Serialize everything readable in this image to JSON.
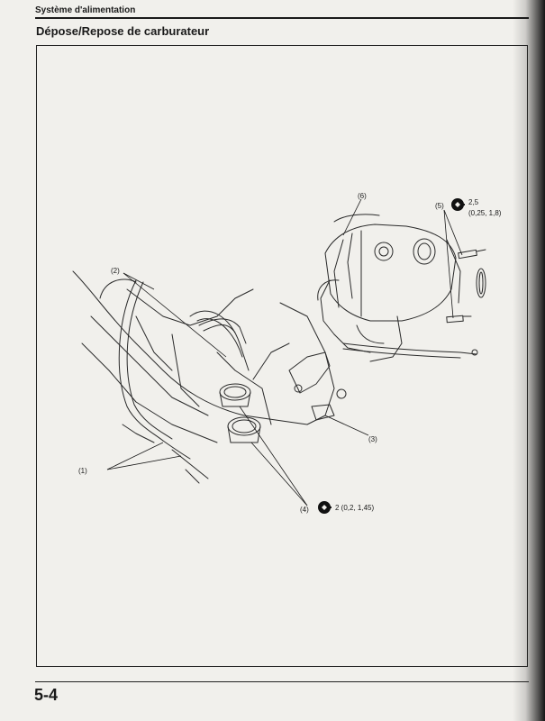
{
  "header": {
    "section": "Système d'alimentation",
    "title": "Dépose/Repose de carburateur"
  },
  "figure": {
    "callouts": {
      "c1": "(1)",
      "c2": "(2)",
      "c3": "(3)",
      "c4": "(4)",
      "c5": "(5)",
      "c6": "(6)"
    },
    "torque_5": {
      "value": "2,5",
      "units": "(0,25, 1,8)"
    },
    "torque_4": {
      "value": "2 (0,2, 1,45)"
    },
    "icons": [
      "torque-wrench-icon"
    ]
  },
  "footer": {
    "page_number": "5-4"
  }
}
